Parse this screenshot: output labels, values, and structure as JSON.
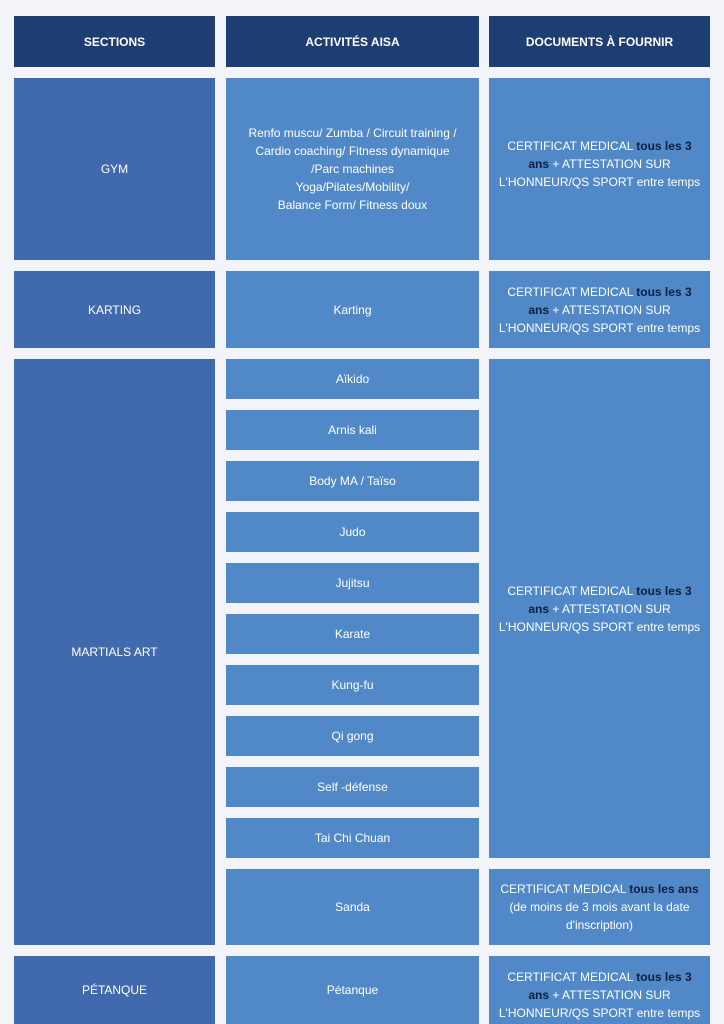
{
  "headers": {
    "sections": "SECTIONS",
    "activities": "ACTIVITÉS AISA",
    "documents": "DOCUMENTS À  FOURNIR"
  },
  "doc_standard": {
    "pre": "CERTIFICAT MEDICAL ",
    "bold": "tous les 3 ans",
    "post": " + ATTESTATION SUR L'HONNEUR/QS SPORT entre temps"
  },
  "doc_sanda": {
    "pre": "CERTIFICAT MEDICAL ",
    "bold": "tous les ans",
    "post": "  (de moins de 3 mois avant la date d'inscription)"
  },
  "rows": {
    "gym": {
      "section": "GYM",
      "activity_lines": [
        "Renfo muscu/ Zumba / Circuit training /",
        "Cardio coaching/ Fitness dynamique",
        "/Parc machines",
        "Yoga/Pilates/Mobility/",
        "Balance Form/ Fitness doux"
      ]
    },
    "karting": {
      "section": "KARTING",
      "activity": "Karting"
    },
    "martial": {
      "section": "MARTIALS ART",
      "activities": [
        "Aïkido",
        "Arnis kali",
        "Body MA / Taïso",
        "Judo",
        "Jujitsu",
        "Karate",
        "Kung-fu",
        "Qi gong",
        "Self -défense",
        "Tai Chi Chuan",
        "Sanda"
      ]
    },
    "petanque": {
      "section": "PÉTANQUE",
      "activity": "Pétanque"
    }
  }
}
